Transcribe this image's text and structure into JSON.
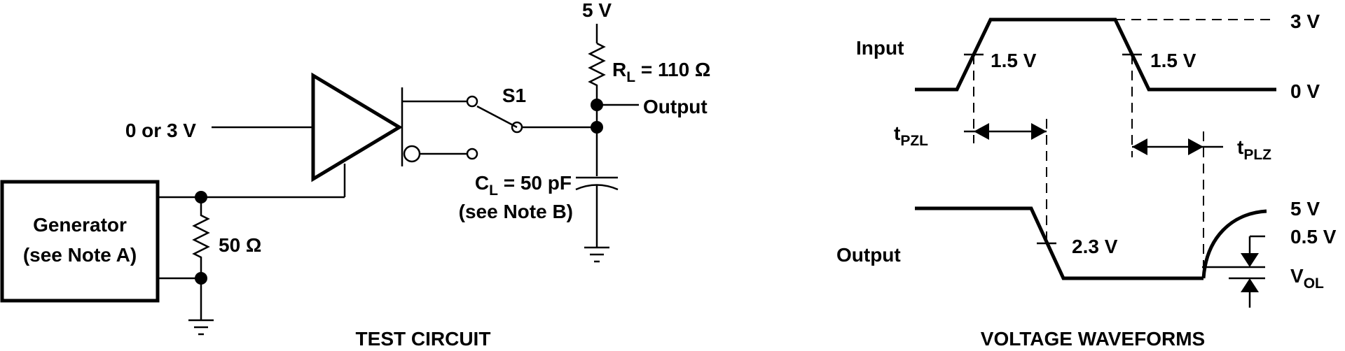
{
  "test_circuit": {
    "caption": "TEST CIRCUIT",
    "supply": "5 V",
    "rl_label": "R",
    "rl_sub": "L",
    "rl_value": " = 110 Ω",
    "output": "Output",
    "switch": "S1",
    "input": "0 or 3 V",
    "cl_label": "C",
    "cl_sub": "L",
    "cl_value": " = 50 pF",
    "cl_note": "(see Note B)",
    "generator_line1": "Generator",
    "generator_line2": "(see Note A)",
    "r50": "50 Ω"
  },
  "waveforms": {
    "caption": "VOLTAGE WAVEFORMS",
    "input": "Input",
    "output": "Output",
    "v_high": "3 V",
    "v_low": "0 V",
    "v_mid_rise": "1.5 V",
    "v_mid_fall": "1.5 V",
    "tpzl_main": "t",
    "tpzl_sub": "PZL",
    "tplz_main": "t",
    "tplz_sub": "PLZ",
    "v_23": "2.3 V",
    "v_5": "5 V",
    "v_05": "0.5 V",
    "vol_main": "V",
    "vol_sub": "OL"
  }
}
